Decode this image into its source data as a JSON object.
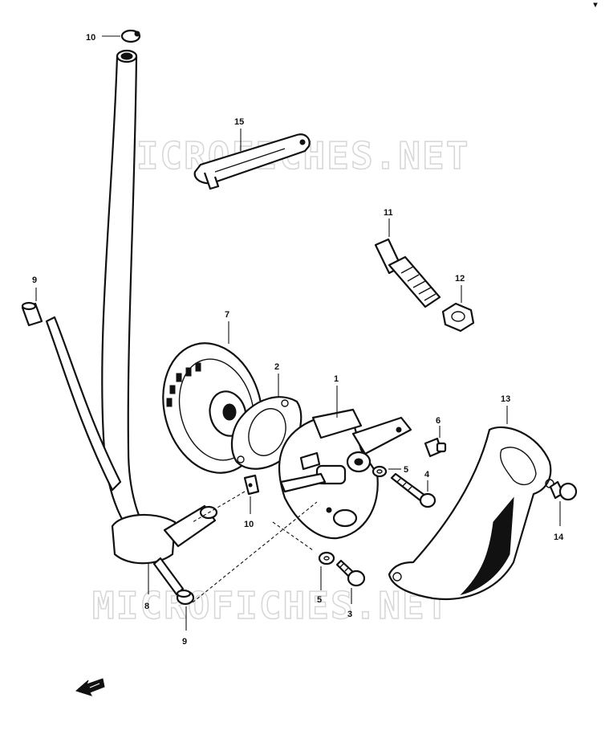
{
  "watermark": {
    "top": "MICROFICHES.NET",
    "bottom": "MICROFICHES.NET"
  },
  "callouts": {
    "p1": "1",
    "p2": "2",
    "p3": "3",
    "p4": "4",
    "p5a": "5",
    "p5b": "5",
    "p6": "6",
    "p7": "7",
    "p8": "8",
    "p9a": "9",
    "p9b": "9",
    "p10a": "10",
    "p10b": "10",
    "p11": "11",
    "p12": "12",
    "p13": "13",
    "p14": "14",
    "p15": "15"
  },
  "direction_arrow": {
    "icon": "front-direction-arrow-icon"
  }
}
